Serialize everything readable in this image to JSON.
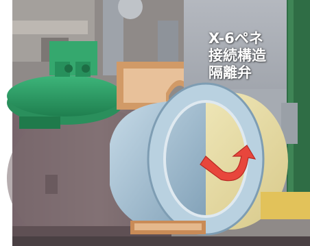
{
  "annotation": {
    "lines": [
      "X-6ペネ",
      "接続構造",
      "隔離弁"
    ],
    "text_color": "#ffffff"
  },
  "colors": {
    "accent_arrow": "#e8463c",
    "grey_structure": "#9a9fa6",
    "green_machinery": "#2f9e66",
    "copper_frame": "#c98b57",
    "pink_wall": "#8d7a78",
    "yellow_interior": "#e9dfa6",
    "blue_ring": "#a9c8dc"
  },
  "icons": {
    "arrow": "curved-arrow-icon"
  }
}
